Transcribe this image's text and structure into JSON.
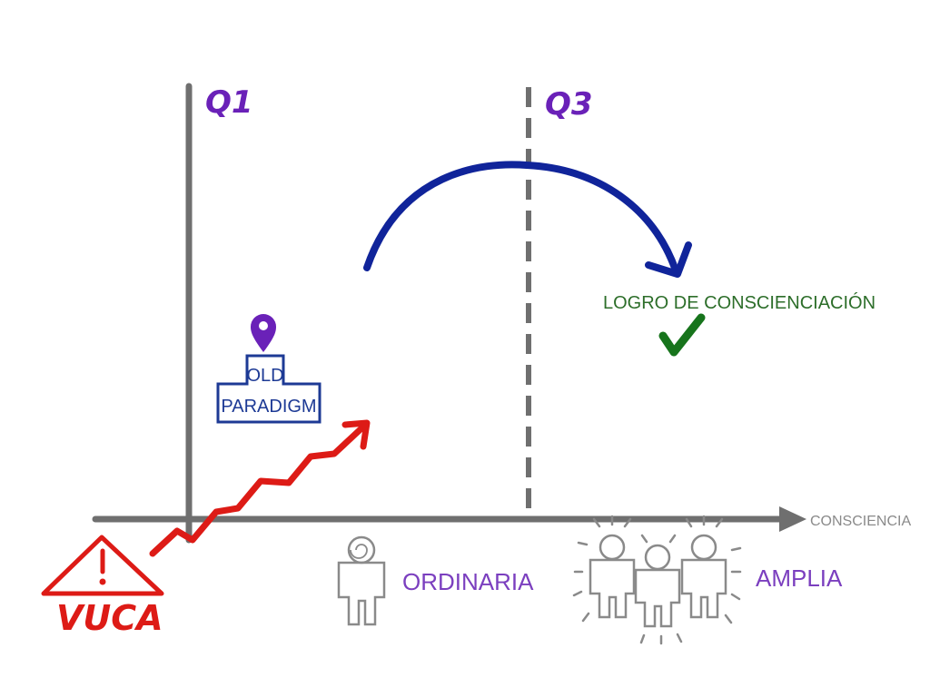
{
  "labels": {
    "q1": "Q1",
    "q3": "Q3",
    "x_axis": "CONSCIENCIA",
    "goal": "LOGRO DE CONSCIENCIACIÓN",
    "old_paradigm_line1": "OLD",
    "old_paradigm_line2": "PARADIGM",
    "vuca": "VUCA",
    "ordinary": "ORDINARIA",
    "wide": "AMPLIA"
  },
  "colors": {
    "axis": "#6f6f6f",
    "quadrant_label": "#6a21b8",
    "arc": "#10249a",
    "goal": "#2d6e2a",
    "check": "#17741c",
    "old_paradigm": "#1d3a95",
    "pin": "#6a21b8",
    "vuca": "#dd1b16",
    "people": "#8a8a8a",
    "people_label": "#7b3fbf"
  },
  "icons": {
    "pin": "location-pin-icon",
    "check": "checkmark-icon",
    "warning": "warning-triangle-icon",
    "person": "person-icon"
  }
}
